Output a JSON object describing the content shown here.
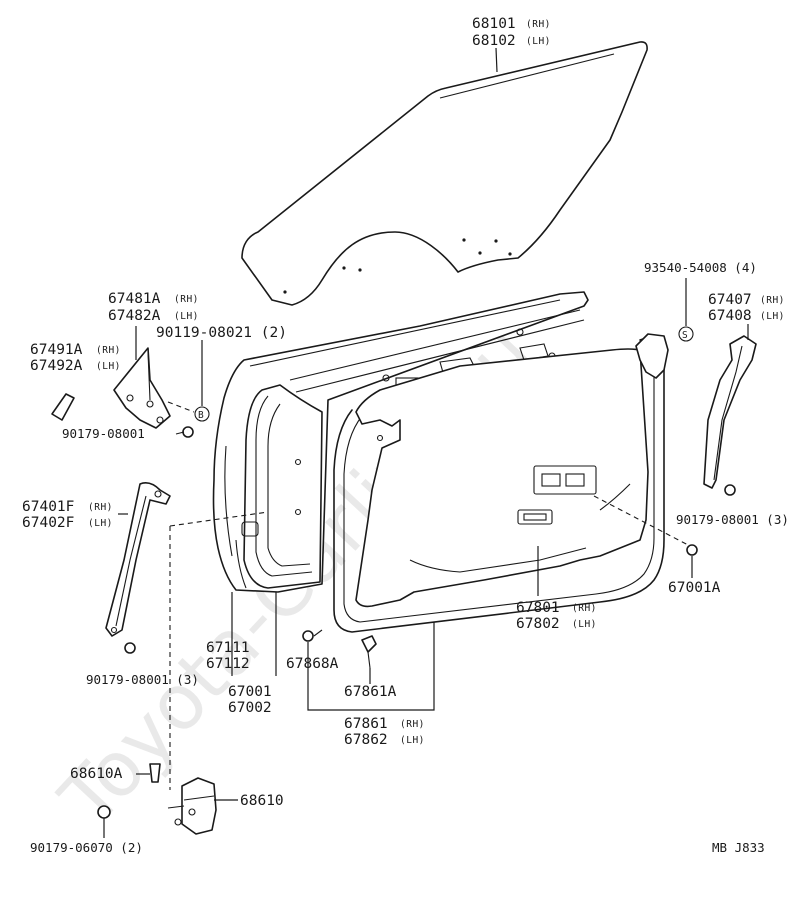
{
  "watermark": "Toyota-Carline.ru",
  "diagram_code": "MB  J833",
  "labels": {
    "glass_rh": "68101",
    "glass_lh": "68102",
    "glass_rh_tag": "(RH)",
    "glass_lh_tag": "(LH)",
    "sash_rh": "67481A",
    "sash_lh": "67482A",
    "sash_rh_tag": "(RH)",
    "sash_lh_tag": "(LH)",
    "cover_rh": "67491A",
    "cover_lh": "67492A",
    "cover_rh_tag": "(RH)",
    "cover_lh_tag": "(LH)",
    "bolt_b": "90119-08021 (2)",
    "nut_top": "90179-08001",
    "channel_rh": "67401F",
    "channel_lh": "67402F",
    "channel_rh_tag": "(RH)",
    "channel_lh_tag": "(LH)",
    "nut_left": "90179-08001 (3)",
    "panel_a": "67111",
    "panel_b": "67112",
    "door_a": "67001",
    "door_b": "67002",
    "clip_a": "67868A",
    "clip_b": "67861A",
    "weather_rh": "67861",
    "weather_lh": "67862",
    "weather_rh_tag": "(RH)",
    "weather_lh_tag": "(LH)",
    "trim_rh": "67801",
    "trim_lh": "67802",
    "trim_rh_tag": "(RH)",
    "trim_lh_tag": "(LH)",
    "screw_s": "93540-54008 (4)",
    "rear_channel_rh": "67407",
    "rear_channel_lh": "67408",
    "rear_channel_rh_tag": "(RH)",
    "rear_channel_lh_tag": "(LH)",
    "nut_right": "90179-08001 (3)",
    "plug": "67001A",
    "pin": "68610A",
    "check": "68610",
    "nut_bottom": "90179-06070 (2)"
  },
  "markers": {
    "b": "B",
    "s": "S"
  }
}
